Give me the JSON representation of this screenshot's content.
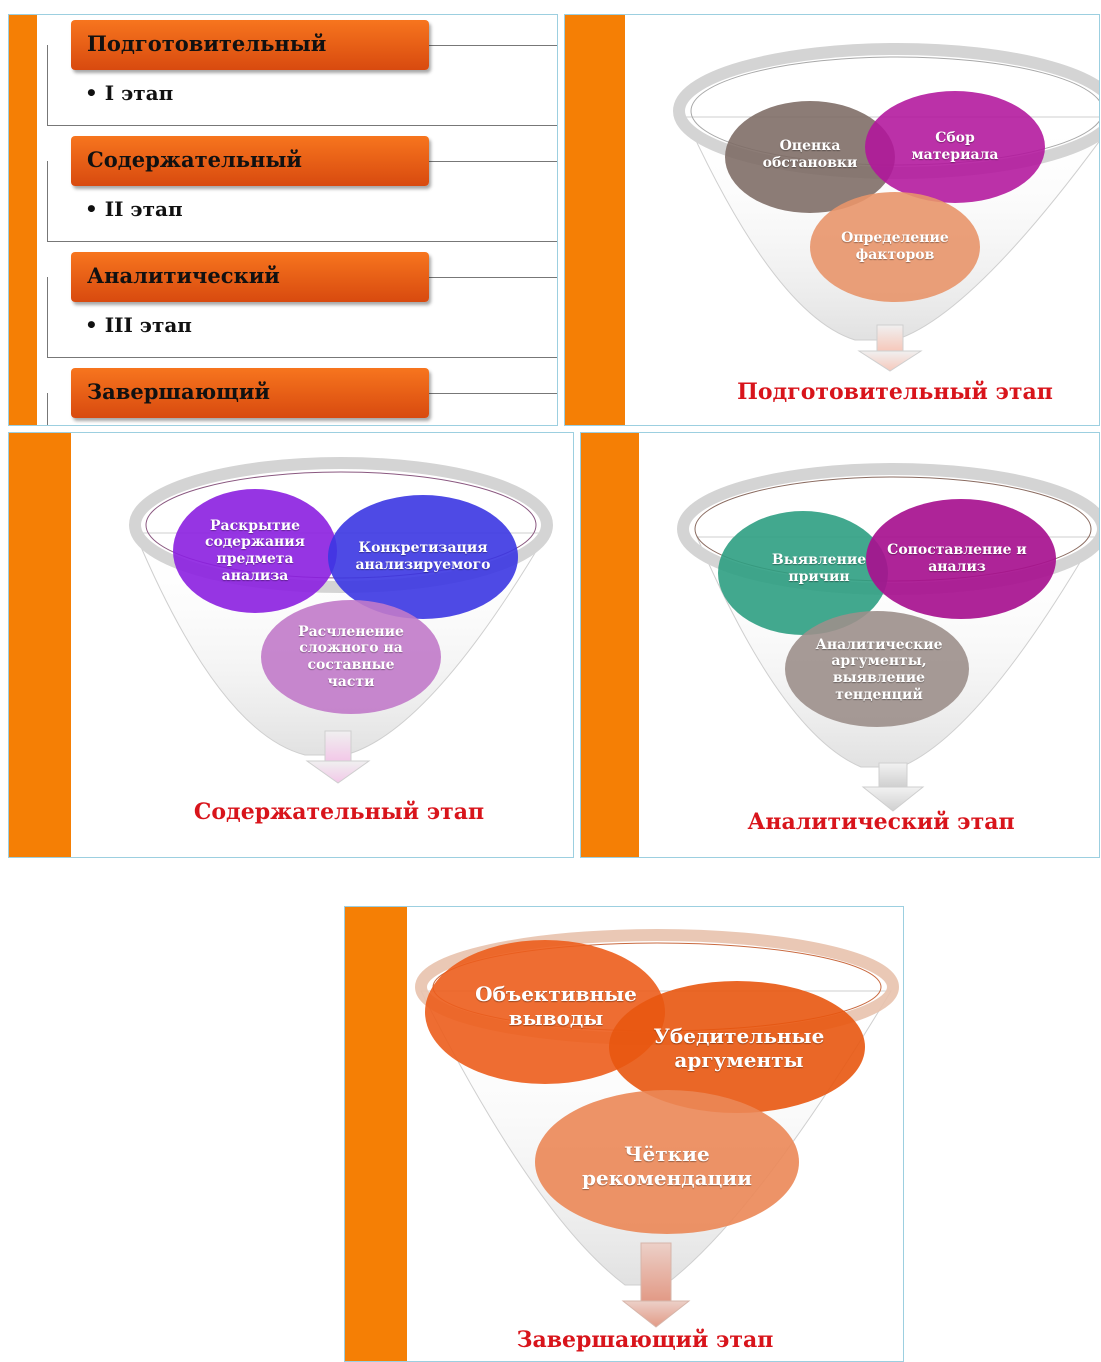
{
  "structure": {
    "stages": [
      {
        "title": "Подготовительный",
        "sub": "• I этап"
      },
      {
        "title": "Содержательный",
        "sub": "• II этап"
      },
      {
        "title": "Аналитический",
        "sub": "• III этап"
      },
      {
        "title": "Завершающий",
        "sub": ""
      }
    ]
  },
  "prep": {
    "ellipses": [
      {
        "label": "Оценка обстановки",
        "color": "#7c6a63"
      },
      {
        "label": "Сбор материала",
        "color": "#b2159c"
      },
      {
        "label": "Определение факторов",
        "color": "#e8956a"
      }
    ],
    "caption": "Подготовительный  этап"
  },
  "content": {
    "ellipses": [
      {
        "label": "Раскрытие содержания предмета анализа",
        "color": "#8b1fe0"
      },
      {
        "label": "Конкретизация анализируемого",
        "color": "#3b36e2"
      },
      {
        "label": "Расчленение сложного на составные части",
        "color": "#c17ac9"
      }
    ],
    "caption": "Содержательный   этап"
  },
  "analytic": {
    "ellipses": [
      {
        "label": "Выявление причин",
        "color": "#2e9e82"
      },
      {
        "label": "Сопоставление и анализ",
        "color": "#a7118f"
      },
      {
        "label": "Аналитические аргументы, выявление тенденций",
        "color": "#9c8f8b"
      }
    ],
    "caption": "Аналитический  этап"
  },
  "final": {
    "ellipses": [
      {
        "label": "Объективные выводы",
        "color": "#ec5d1c"
      },
      {
        "label": "Убедительные аргументы",
        "color": "#e8570f"
      },
      {
        "label": "Чёткие рекомендации",
        "color": "#eb8757"
      }
    ],
    "caption": "Завершающий  этап"
  },
  "colors": {
    "accent_orange": "#f57f05",
    "caption_red": "#d8141b",
    "panel_border": "#9ccfe0"
  }
}
